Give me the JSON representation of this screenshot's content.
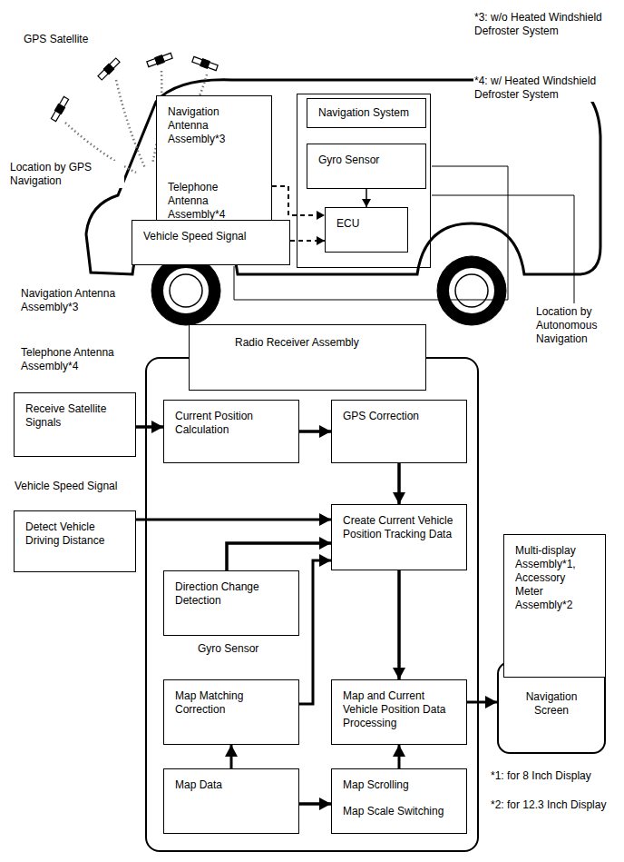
{
  "diagram": {
    "nodes": [
      {
        "text": [
          "Navigation Antenna Assembly*3",
          "Telephone Antenna Assembly*4"
        ]
      },
      {
        "text": [
          "Navigation System"
        ]
      },
      {
        "text": [
          "Gyro Sensor"
        ],
        "in": 1
      },
      {
        "text": [
          "ECU"
        ],
        "in": 1
      },
      {
        "text": [
          "Vehicle Speed Signal"
        ]
      },
      {
        "text": [
          "Radio Receiver Assembly"
        ]
      },
      {
        "text": [
          "Receive Satellite Signals"
        ]
      },
      {
        "text": [
          "Current Position Calculation"
        ],
        "in": 5
      },
      {
        "text": [
          "GPS Correction"
        ],
        "in": 5
      },
      {
        "text": [
          "Detect Vehicle Driving Distance"
        ]
      },
      {
        "text": [
          "Create Current Vehicle Position Tracking Data"
        ],
        "in": 5
      },
      {
        "text": [
          "Direction Change Detection"
        ],
        "in": 5
      },
      {
        "text": [
          "Map Matching Correction"
        ],
        "in": 5
      },
      {
        "text": [
          "Map and Current Vehicle Position Data Processing"
        ],
        "in": 5
      },
      {
        "text": [
          "Map Data"
        ],
        "in": 5
      },
      {
        "text": [
          "Map Scrolling",
          "Map Scale Switching"
        ],
        "in": 5
      },
      {
        "text": [
          "Multi-display Assembly*1, Accessory Meter Assembly*2"
        ]
      },
      {
        "text": [
          "Navigation Screen"
        ]
      }
    ],
    "edges": [
      {
        "from": 2,
        "to": 3,
        "arrow": "to"
      },
      {
        "from": 0,
        "to": 3,
        "arrow": "to"
      },
      {
        "from": 4,
        "to": 3,
        "arrow": "to"
      },
      {
        "from": 6,
        "to": 7,
        "arrow": "to"
      },
      {
        "from": 7,
        "to": 8,
        "arrow": "to"
      },
      {
        "from": 8,
        "to": 10,
        "arrow": "to"
      },
      {
        "from": 9,
        "to": 10,
        "arrow": "to"
      },
      {
        "from": 11,
        "to": 10,
        "arrow": "to"
      },
      {
        "from": 12,
        "to": 10,
        "arrow": "to"
      },
      {
        "from": 10,
        "to": 13,
        "arrow": "to"
      },
      {
        "from": 14,
        "to": 12,
        "arrow": "to"
      },
      {
        "from": 14,
        "to": 15,
        "arrow": "to"
      },
      {
        "from": 15,
        "to": 13,
        "arrow": "to"
      },
      {
        "from": 13,
        "to": 17,
        "arrow": "to"
      }
    ],
    "labels": [
      "GPS Satellite",
      "*3: w/o Heated Windshield Defroster System",
      "*4: w/ Heated Windshield Defroster System",
      "Location by GPS Navigation",
      "Location by Autonomous Navigation",
      "Navigation Antenna Assembly*3",
      "Telephone Antenna Assembly*4",
      "Vehicle Speed Signal",
      "Gyro Sensor",
      "*1: for 8 Inch Display",
      "*2: for 12.3 Inch Display"
    ]
  }
}
